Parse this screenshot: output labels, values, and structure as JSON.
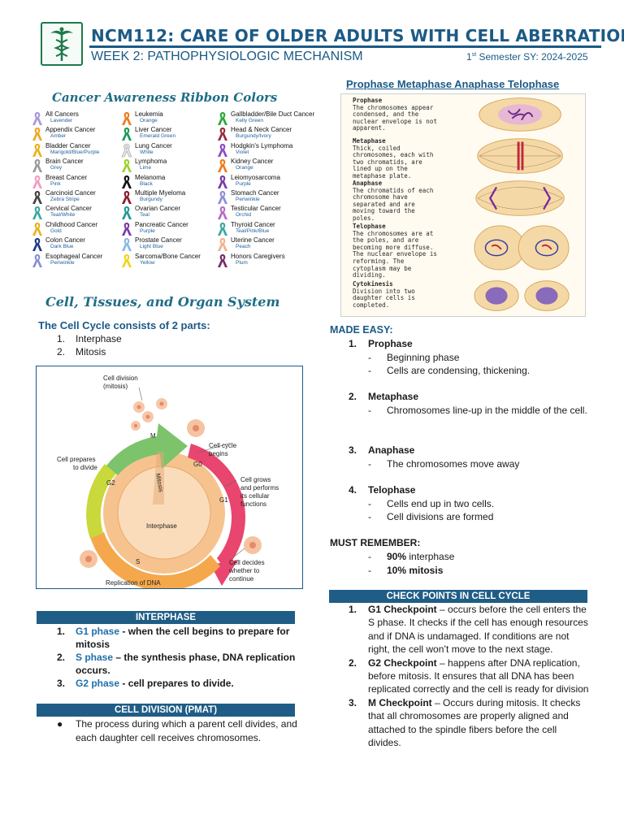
{
  "header": {
    "title": "NCM112:  CARE OF OLDER ADULTS WITH CELL ABERRATION",
    "subtitle": "WEEK 2: PATHOPHYSIOLOGIC MECHANISM",
    "semester_ordinal": "1",
    "semester_suffix": "st",
    "semester_rest": " Semester SY: 2024-2025"
  },
  "ribbons": {
    "heading": "Cancer Awareness Ribbon Colors",
    "columns": [
      [
        {
          "name": "All Cancers",
          "color_name": "Lavender",
          "color": "#a998d6"
        },
        {
          "name": "Appendix Cancer",
          "color_name": "Amber",
          "color": "#f0a523"
        },
        {
          "name": "Bladder Cancer",
          "color_name": "Marigold/Blue/Purple",
          "color": "#e9b21a"
        },
        {
          "name": "Brain Cancer",
          "color_name": "Grey",
          "color": "#9a9a9a"
        },
        {
          "name": "Breast Cancer",
          "color_name": "Pink",
          "color": "#f49ac1"
        },
        {
          "name": "Carcinoid Cancer",
          "color_name": "Zebra Stripe",
          "color": "#444444"
        },
        {
          "name": "Cervical Cancer",
          "color_name": "Teal/White",
          "color": "#3aa8a2"
        },
        {
          "name": "Childhood Cancer",
          "color_name": "Gold",
          "color": "#e6b422"
        },
        {
          "name": "Colon Cancer",
          "color_name": "Dark Blue",
          "color": "#1d3a8a"
        },
        {
          "name": "Esophageal Cancer",
          "color_name": "Periwinkle",
          "color": "#8a8fd6"
        }
      ],
      [
        {
          "name": "Leukemia",
          "color_name": "Orange",
          "color": "#f07a1c"
        },
        {
          "name": "Liver Cancer",
          "color_name": "Emerald Green",
          "color": "#1a9a55"
        },
        {
          "name": "Lung Cancer",
          "color_name": "White",
          "color": "#e8e8e8"
        },
        {
          "name": "Lymphoma",
          "color_name": "Lime",
          "color": "#9ad22a"
        },
        {
          "name": "Melanoma",
          "color_name": "Black",
          "color": "#111111"
        },
        {
          "name": "Multiple Myeloma",
          "color_name": "Burgundy",
          "color": "#8a1c2c"
        },
        {
          "name": "Ovarian Cancer",
          "color_name": "Teal",
          "color": "#1e9a98"
        },
        {
          "name": "Pancreatic Cancer",
          "color_name": "Purple",
          "color": "#7a3aa8"
        },
        {
          "name": "Prostate Cancer",
          "color_name": "Light Blue",
          "color": "#88b8e8"
        },
        {
          "name": "Sarcoma/Bone Cancer",
          "color_name": "Yellow",
          "color": "#f2d41a"
        }
      ],
      [
        {
          "name": "Gallbladder/Bile Duct Cancer",
          "color_name": "Kelly Green",
          "color": "#2aa83a"
        },
        {
          "name": "Head & Neck Cancer",
          "color_name": "Burgundy/Ivory",
          "color": "#9a2a3a"
        },
        {
          "name": "Hodgkin's Lymphoma",
          "color_name": "Violet",
          "color": "#8a4ac8"
        },
        {
          "name": "Kidney Cancer",
          "color_name": "Orange",
          "color": "#f07a1c"
        },
        {
          "name": "Leiomyosarcoma",
          "color_name": "Purple",
          "color": "#7a3aa8"
        },
        {
          "name": "Stomach Cancer",
          "color_name": "Periwinkle",
          "color": "#8a8fd6"
        },
        {
          "name": "Testicular Cancer",
          "color_name": "Orchid",
          "color": "#b86ac8"
        },
        {
          "name": "Thyroid Cancer",
          "color_name": "Teal/Pink/Blue",
          "color": "#3aa8a2"
        },
        {
          "name": "Uterine Cancer",
          "color_name": "Peach",
          "color": "#f4b08a"
        },
        {
          "name": "Honors Caregivers",
          "color_name": "Plum",
          "color": "#7a2a6a"
        }
      ]
    ]
  },
  "phases_figure": {
    "heading": "Prophase Metaphase Anaphase Telophase",
    "rows": [
      {
        "name": "Prophase",
        "desc": "The chromosomes appear condensed, and the nuclear envelope is not apparent."
      },
      {
        "name": "Metaphase",
        "desc": "Thick, coiled chromosomes, each with two chromatids, are lined up on the metaphase plate."
      },
      {
        "name": "Anaphase",
        "desc": "The chromatids of each chromosome have separated and are moving toward the poles."
      },
      {
        "name": "Telophase",
        "desc": "The chromosomes are at the poles, and are becoming more diffuse. The nuclear envelope is reforming. The cytoplasm may be dividing."
      },
      {
        "name": "Cytokinesis",
        "desc": "Division into two daughter cells is completed."
      }
    ]
  },
  "cell_section": {
    "heading": "Cell, Tissues, and Organ System",
    "cycle_parts_title": "The Cell Cycle consists of 2 parts:",
    "parts": [
      "Interphase",
      "Mitosis"
    ]
  },
  "cycle_diagram": {
    "labels": {
      "cell_division": "Cell division",
      "mitosis_paren": "(mitosis)",
      "m": "M",
      "cell_cycle": "Cell cycle",
      "begins": "begins",
      "g0": "G0",
      "cell_prepares": "Cell prepares",
      "to_divide": "to divide",
      "g2": "G2",
      "mitosis": "Mitosis",
      "g1": "G1",
      "interphase": "Interphase",
      "cell_grows": "Cell grows",
      "and_performs": "and performs",
      "its_cellular": "its cellular",
      "functions": "functions",
      "s": "S",
      "cell_decides": "Cell decides",
      "whether_to": "whether to",
      "continue": "continue",
      "replication": "Replication of DNA"
    }
  },
  "interphase": {
    "bar": "INTERPHASE",
    "items": [
      {
        "term": "G1 phase",
        "rest": " - when the cell begins to prepare for mitosis"
      },
      {
        "term": "S phase",
        "rest": " – the synthesis phase, DNA replication occurs."
      },
      {
        "term": "G2 phase",
        "rest": " - cell prepares to divide."
      }
    ]
  },
  "cell_division": {
    "bar": "CELL DIVISION (PMAT)",
    "text": "The process during which a parent cell divides, and each daughter cell receives chromosomes."
  },
  "made_easy": {
    "title": "MADE EASY:",
    "steps": [
      {
        "name": "Prophase",
        "points": [
          "Beginning phase",
          "Cells are condensing, thickening."
        ]
      },
      {
        "name": "Metaphase",
        "points": [
          "Chromosomes line-up in the middle of the cell."
        ]
      },
      {
        "name": "Anaphase",
        "points": [
          "The chromosomes move away"
        ]
      },
      {
        "name": "Telophase",
        "points": [
          "Cells end up in two cells.",
          "Cell divisions are formed"
        ]
      }
    ]
  },
  "must_remember": {
    "title": "MUST REMEMBER:",
    "items": [
      {
        "bold": "90%",
        "rest": " interphase"
      },
      {
        "bold": "10% mitosis",
        "rest": ""
      }
    ]
  },
  "checkpoints": {
    "bar": "CHECK POINTS IN CELL CYCLE",
    "items": [
      {
        "term": "G1 Checkpoint",
        "rest": " – occurs before the cell enters the S phase. It checks if the cell has enough resources and if DNA is undamaged. If conditions are not right, the cell won’t move to the next stage."
      },
      {
        "term": "G2 Checkpoint",
        "rest": " – happens after DNA replication, before mitosis. It ensures that all DNA has been replicated correctly and the cell is ready for division"
      },
      {
        "term": "M Checkpoint",
        "rest": " – Occurs during mitosis. It checks that all chromosomes are properly aligned and attached to the spindle fibers before the cell divides."
      }
    ]
  }
}
